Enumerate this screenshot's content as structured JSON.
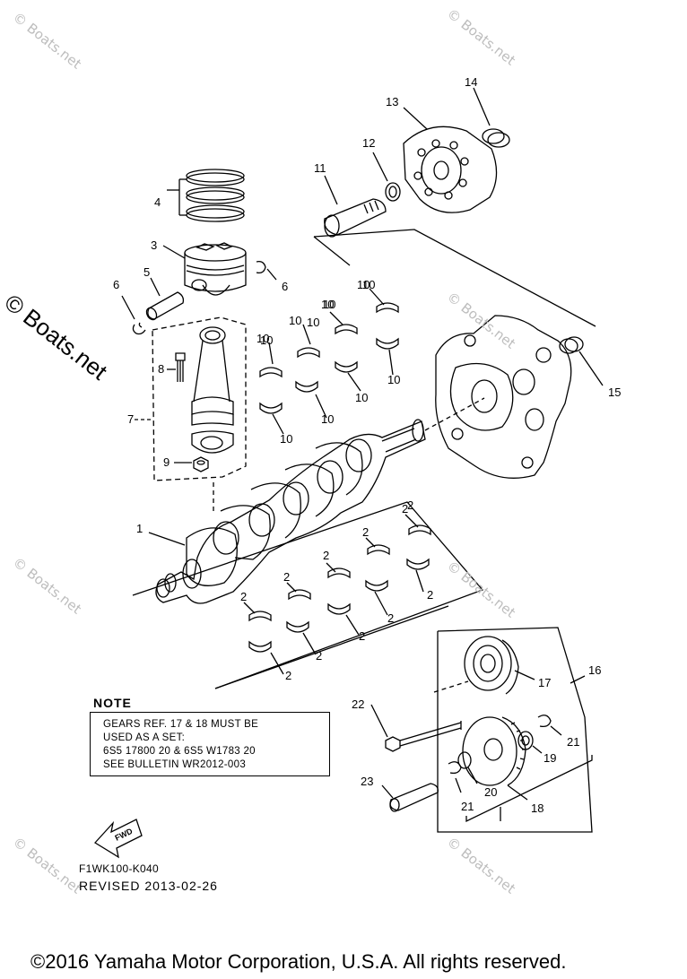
{
  "watermark": {
    "text": "© Boats.net",
    "left_big": "© Boats.net"
  },
  "callouts": [
    "1",
    "2",
    "2",
    "2",
    "2",
    "2",
    "2",
    "2",
    "2",
    "2",
    "2",
    "2",
    "3",
    "4",
    "5",
    "6",
    "6",
    "7",
    "8",
    "9",
    "10",
    "10",
    "10",
    "10",
    "10",
    "10",
    "10",
    "10",
    "10",
    "10",
    "10",
    "10",
    "11",
    "12",
    "13",
    "14",
    "15",
    "16",
    "17",
    "18",
    "19",
    "20",
    "21",
    "21",
    "22",
    "23"
  ],
  "note": {
    "title": "NOTE",
    "lines": [
      "GEARS REF. 17 & 18 MUST BE",
      "USED AS A SET:",
      "6S5 17800 20 & 6S5 W1783 20",
      "SEE BULLETIN WR2012-003"
    ]
  },
  "fwd_label": "FWD",
  "diagram_ref": "F1WK100-K040",
  "revised": "REVISED 2013-02-26",
  "copyright": "©2016 Yamaha Motor Corporation, U.S.A. All rights reserved."
}
